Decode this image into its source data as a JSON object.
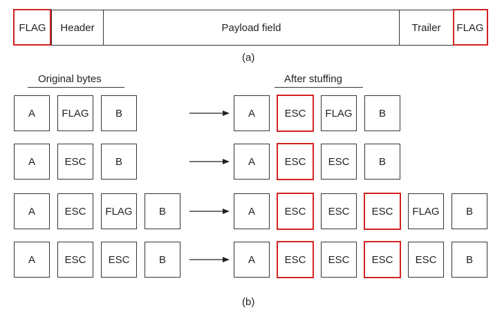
{
  "frame": {
    "fields": [
      "FLAG",
      "Header",
      "Payload field",
      "Trailer",
      "FLAG"
    ],
    "highlighted": [
      0,
      4
    ]
  },
  "caption_a": "(a)",
  "caption_b": "(b)",
  "headings": {
    "original": "Original bytes",
    "stuffed": "After stuffing"
  },
  "highlight_color": "#d42020",
  "rows": [
    {
      "original": [
        "A",
        "FLAG",
        "B"
      ],
      "stuffed": [
        "A",
        "ESC",
        "FLAG",
        "B"
      ],
      "stuffed_highlighted": [
        1
      ]
    },
    {
      "original": [
        "A",
        "ESC",
        "B"
      ],
      "stuffed": [
        "A",
        "ESC",
        "ESC",
        "B"
      ],
      "stuffed_highlighted": [
        1
      ]
    },
    {
      "original": [
        "A",
        "ESC",
        "FLAG",
        "B"
      ],
      "stuffed": [
        "A",
        "ESC",
        "ESC",
        "ESC",
        "FLAG",
        "B"
      ],
      "stuffed_highlighted": [
        1,
        3
      ]
    },
    {
      "original": [
        "A",
        "ESC",
        "ESC",
        "B"
      ],
      "stuffed": [
        "A",
        "ESC",
        "ESC",
        "ESC",
        "ESC",
        "B"
      ],
      "stuffed_highlighted": [
        1,
        3
      ]
    }
  ]
}
